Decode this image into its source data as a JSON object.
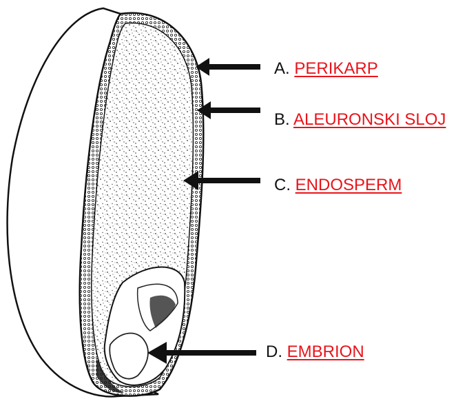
{
  "colors": {
    "term": "#e8141b",
    "ink": "#111111",
    "paper": "#ffffff"
  },
  "labels": [
    {
      "letter": "A.",
      "term": "PERIKARP"
    },
    {
      "letter": "B.",
      "term": "ALEURONSKI SLOJ"
    },
    {
      "letter": "C.",
      "term": "ENDOSPERM"
    },
    {
      "letter": "D.",
      "term": "EMBRION"
    }
  ]
}
